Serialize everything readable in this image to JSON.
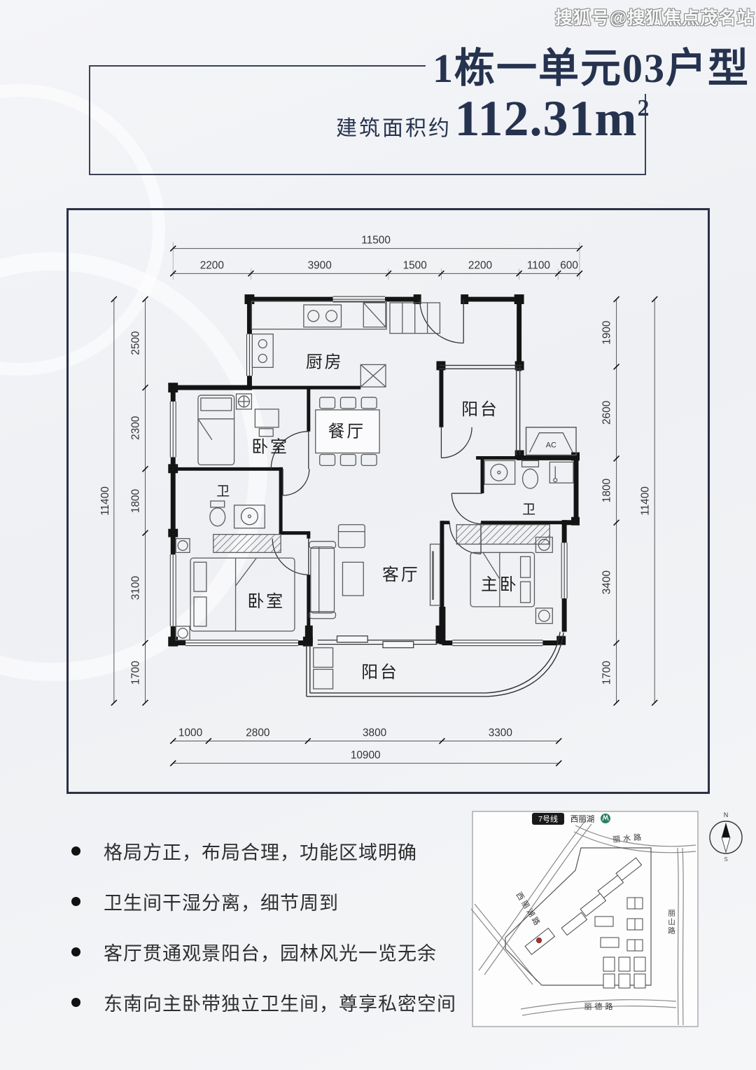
{
  "watermark": "搜狐号@搜狐焦点茂名站",
  "header": {
    "title": "1栋一单元03户型",
    "area_label": "建筑面积约",
    "area_value": "112.31m",
    "area_sup": "2"
  },
  "floorplan": {
    "dims_top": {
      "total": "11500",
      "segments": [
        "2200",
        "3900",
        "1500",
        "2200",
        "1100",
        "600"
      ]
    },
    "dims_left": {
      "total": "11400",
      "segments": [
        "2500",
        "2300",
        "1800",
        "3100",
        "1700"
      ]
    },
    "dims_right": {
      "total": "11400",
      "segments": [
        "1900",
        "2600",
        "1800",
        "3400",
        "1700"
      ]
    },
    "dims_bottom": {
      "total": "10900",
      "segments": [
        "1000",
        "2800",
        "3800",
        "3300"
      ]
    },
    "rooms": {
      "kitchen": "厨房",
      "balcony_top": "阳台",
      "bedroom_top": "卧室",
      "dining": "餐厅",
      "bath_left": "卫",
      "bath_right": "卫",
      "living": "客厅",
      "master": "主卧",
      "bedroom_bottom": "卧室",
      "balcony_bottom": "阳台",
      "ac_unit": "AC"
    }
  },
  "features": [
    "格局方正，布局合理，功能区域明确",
    "卫生间干湿分离，细节周到",
    "客厅贯通观景阳台，园林风光一览无余",
    "东南向主卧带独立卫生间，尊享私密空间"
  ],
  "map": {
    "line_badge": "7号线",
    "station": "西丽湖",
    "road_north": "丽水路",
    "road_west": "西丽湖路",
    "road_east": "丽山路",
    "road_south": "丽德路",
    "compass_north": "N",
    "compass_south": "S"
  },
  "colors": {
    "title_navy": "#26334f",
    "plan_border": "#2c3147",
    "wall_black": "#141414",
    "metro_green": "#2a7f62",
    "marker_red": "#b03030"
  }
}
